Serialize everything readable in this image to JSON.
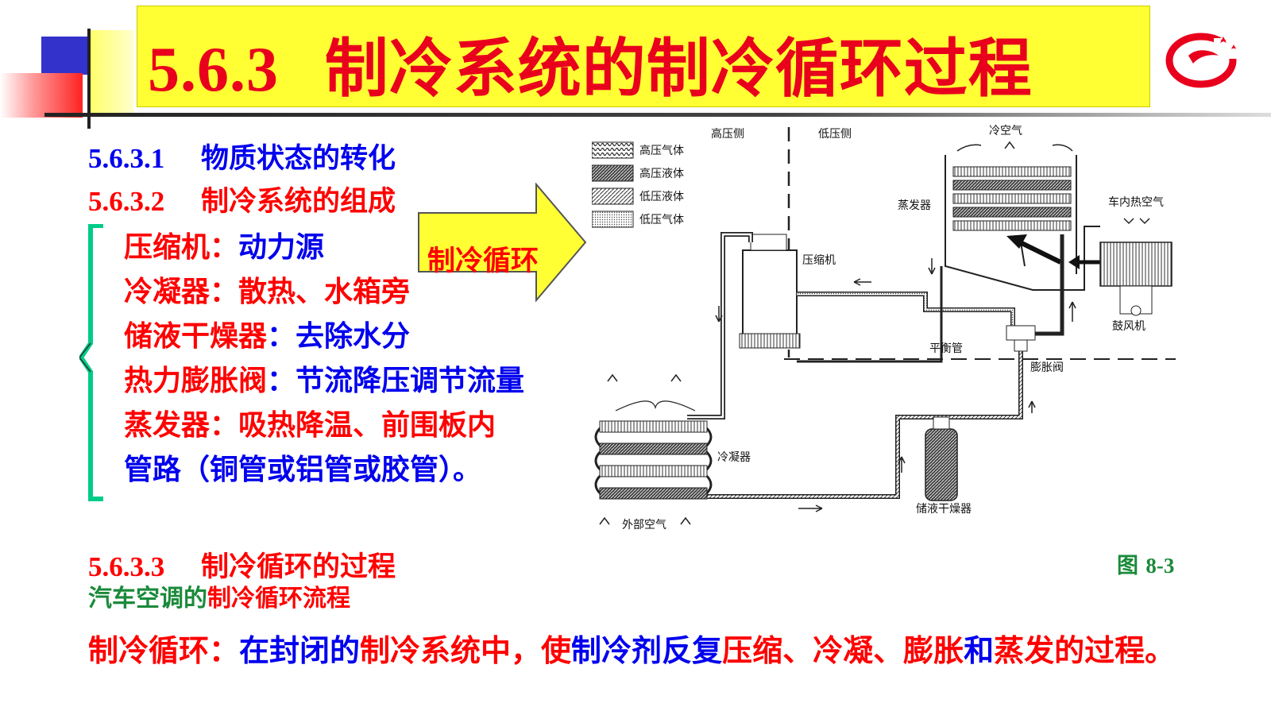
{
  "title": {
    "number": "5.6.3",
    "text": "制冷系统的制冷循环过程"
  },
  "sections": {
    "s1": {
      "number": "5.6.3.1",
      "label": "物质状态的转化"
    },
    "s2": {
      "number": "5.6.3.2",
      "label": "制冷系统的组成"
    },
    "s3": {
      "number": "5.6.3.3",
      "label": "制冷循环的过程"
    }
  },
  "components": [
    {
      "name": "压缩机",
      "sep": "：",
      "desc": "动力源"
    },
    {
      "name": "冷凝器",
      "sep": "：",
      "desc": "散热、水箱旁"
    },
    {
      "name": "储液干燥器",
      "sep": "：",
      "desc": "去除水分"
    },
    {
      "name": "热力膨胀阀",
      "sep": "：",
      "desc": "节流降压调节流量"
    },
    {
      "name": "蒸发器",
      "sep": "：",
      "desc": "吸热降温、前围板内"
    }
  ],
  "components_tail": "管路（铜管或铝管或胶管）。",
  "arrow_label": "制冷循环",
  "subtitle": {
    "part1": "汽车空调的",
    "part2": "制冷循环流程"
  },
  "definition": {
    "p1": "制冷循环：",
    "p2": "在封闭的",
    "p3": "制冷系统中，使",
    "p4": "制冷剂",
    "p5": "反复",
    "p6": "压缩、冷凝、膨胀",
    "p7": "和",
    "p8": "蒸发",
    "p9": "的过程。"
  },
  "figure": {
    "caption_prefix": "图",
    "caption_number": "8-3",
    "legend": [
      "高压气体",
      "高压液体",
      "低压液体",
      "低压气体"
    ],
    "labels": {
      "high_side": "高压侧",
      "low_side": "低压侧",
      "cold_air": "冷空气",
      "evaporator": "蒸发器",
      "cabin_hot_air": "车内热空气",
      "compressor": "压缩机",
      "blower": "鼓风机",
      "balance_tube": "平衡管",
      "expansion_valve": "膨胀阀",
      "condenser": "冷凝器",
      "receiver_drier": "储液干燥器",
      "outside_air": "外部空气"
    }
  },
  "colors": {
    "title_bg": "#ffff33",
    "red": "#ff0000",
    "blue": "#0000ee",
    "green": "#1a8a3a",
    "brace": "#00cc88"
  }
}
